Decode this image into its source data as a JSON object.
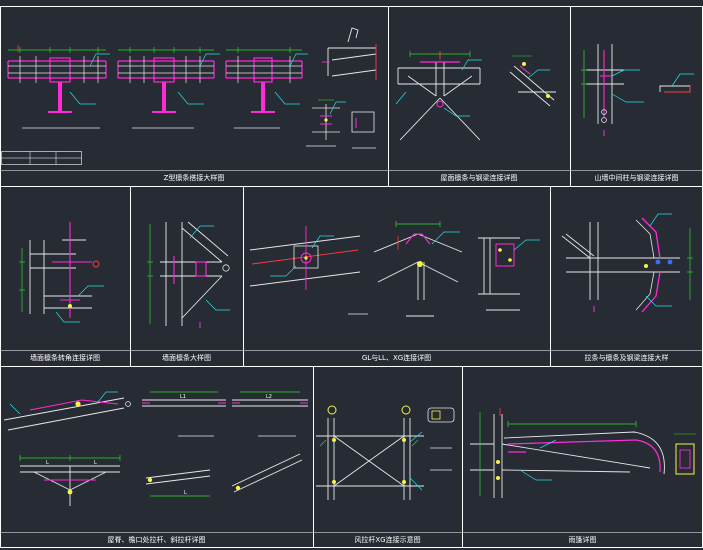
{
  "colors": {
    "background": "#262b34",
    "frame": "#ffffff",
    "steel_white": "#e8e8e8",
    "steel_magenta": "#ff2bd6",
    "dimension_green": "#2bd82b",
    "leader_cyan": "#21e3e3",
    "accent_red": "#ff3b3b",
    "accent_yellow": "#f5f542",
    "accent_blue": "#3b6bff"
  },
  "panels": [
    {
      "id": "p1",
      "caption": "Z型檩条搭接大样图"
    },
    {
      "id": "p2",
      "caption": "屋面檩条与钢梁连接详图"
    },
    {
      "id": "p3",
      "caption": "山墙中间柱与钢梁连接详图"
    },
    {
      "id": "p4",
      "caption": "墙面檩条转角连接详图"
    },
    {
      "id": "p5",
      "caption": "墙面檩条大样图"
    },
    {
      "id": "p6",
      "caption": "GL与LL、XG连接详图"
    },
    {
      "id": "p7",
      "caption": "拉条与檩条及钢梁连接大样"
    },
    {
      "id": "p8",
      "caption": "屋脊、檐口处拉杆、斜拉杆详图"
    },
    {
      "id": "p9",
      "caption": "风拉杆XG连接示意图"
    },
    {
      "id": "p10",
      "caption": "雨篷详图"
    }
  ],
  "labels": {
    "dim_L": "L",
    "dim_L1": "L1",
    "dim_L2": "L2"
  }
}
